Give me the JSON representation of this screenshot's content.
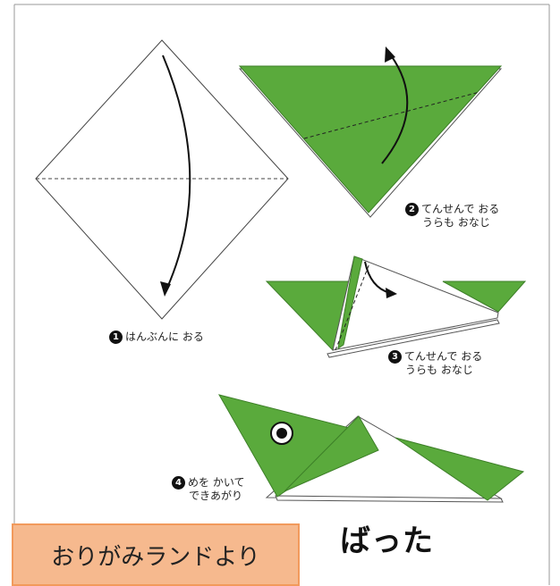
{
  "steps": [
    {
      "number": "1",
      "line1": "はんぶんに おる",
      "line2": ""
    },
    {
      "number": "2",
      "line1": "てんせんで おる",
      "line2": "うらも おなじ"
    },
    {
      "number": "3",
      "line1": "てんせんで おる",
      "line2": "うらも おなじ"
    },
    {
      "number": "4",
      "line1": "めを かいて",
      "line2": "できあがり"
    }
  ],
  "title": "ばった",
  "source": "おりがみランドより",
  "colors": {
    "paper_green": "#5aaa3c",
    "badge_bg": "#f6b98e",
    "badge_border": "#f29a5c"
  }
}
